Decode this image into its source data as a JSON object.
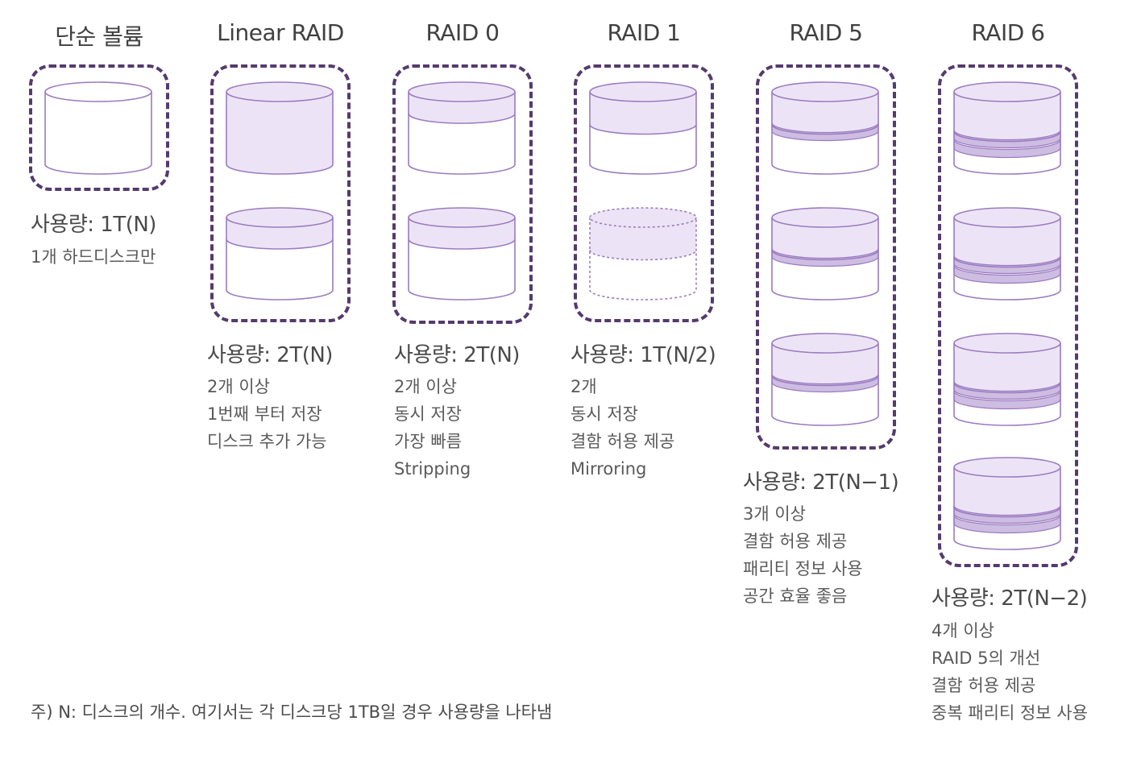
{
  "columns": [
    {
      "title": "단순 볼륨",
      "usage": "사용량: 1T(N)",
      "desc": [
        "1개 하드디스크만"
      ]
    },
    {
      "title": "Linear RAID",
      "usage": "사용량: 2T(N)",
      "desc": [
        "2개 이상",
        "1번째 부터 저장",
        "디스크 추가 가능"
      ]
    },
    {
      "title": "RAID 0",
      "usage": "사용량: 2T(N)",
      "desc": [
        "2개 이상",
        "동시 저장",
        "가장 빠름",
        "Stripping"
      ]
    },
    {
      "title": "RAID 1",
      "usage": "사용량: 1T(N/2)",
      "desc": [
        "2개",
        "동시 저장",
        "결함 허용 제공",
        "Mirroring"
      ]
    },
    {
      "title": "RAID 5",
      "usage": "사용량: 2T(N−1)",
      "desc": [
        "3개 이상",
        "결함 허용 제공",
        "패리티 정보 사용",
        "공간 효율 좋음"
      ]
    },
    {
      "title": "RAID 6",
      "usage": "사용량: 2T(N−2)",
      "desc": [
        "4개 이상",
        "RAID 5의 개선",
        "결함 허용 제공",
        "중복 패리티 정보 사용"
      ]
    }
  ],
  "footnote": "주) N: 디스크의 개수. 여기서는 각 디스크당 1TB일 경우 사용량을 나타냄",
  "colors": {
    "border": "#553a6e",
    "disk_stroke": "#9b7bc0",
    "fill_light": "#ece4f6",
    "fill_parity": "#cdbde2",
    "text": "#4a4a4a"
  }
}
